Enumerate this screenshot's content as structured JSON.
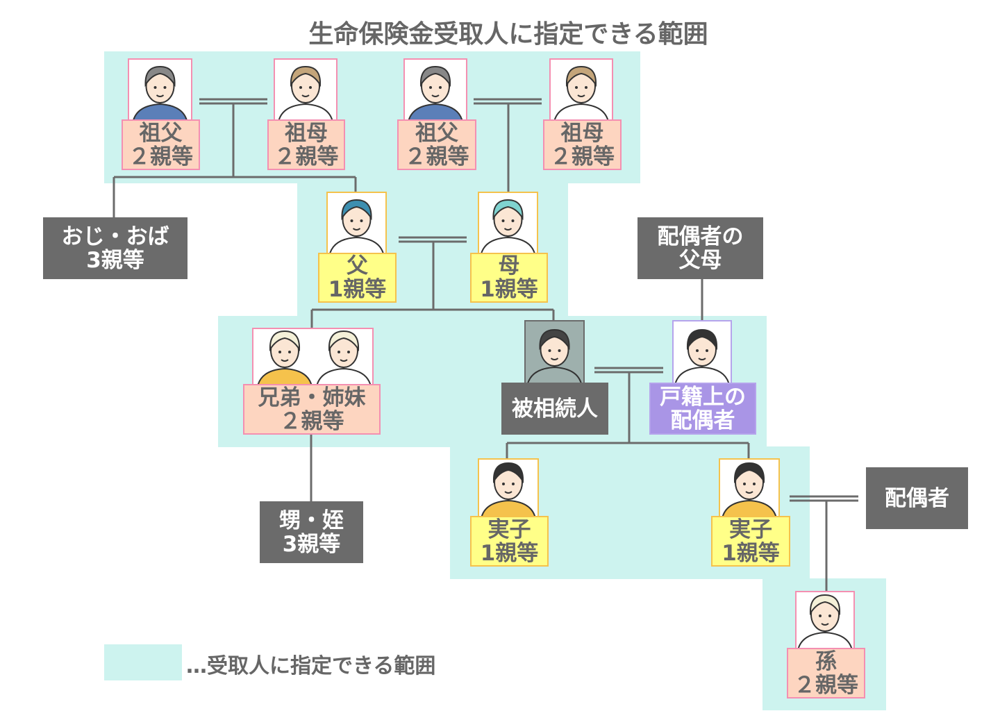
{
  "title": "生命保険金受取人に指定できる範囲",
  "people": {
    "gf1": {
      "name": "祖父",
      "degree": "２親等"
    },
    "gm1": {
      "name": "祖母",
      "degree": "２親等"
    },
    "gf2": {
      "name": "祖父",
      "degree": "２親等"
    },
    "gm2": {
      "name": "祖母",
      "degree": "２親等"
    },
    "father": {
      "name": "父",
      "degree": "1親等"
    },
    "mother": {
      "name": "母",
      "degree": "1親等"
    },
    "siblings": {
      "name": "兄弟・姉妹",
      "degree": "２親等"
    },
    "decedent": {
      "name": "被相続人"
    },
    "spouse": {
      "line1": "戸籍上の",
      "line2": "配偶者"
    },
    "child1": {
      "name": "実子",
      "degree": "1親等"
    },
    "child2": {
      "name": "実子",
      "degree": "1親等"
    },
    "grandchild": {
      "name": "孫",
      "degree": "２親等"
    }
  },
  "others": {
    "uncle": {
      "name": "おじ・おば",
      "degree": "3親等"
    },
    "spouse_parents": {
      "line1": "配偶者の",
      "line2": "父母"
    },
    "nephew": {
      "name": "甥・姪",
      "degree": "3親等"
    },
    "child_spouse": {
      "name": "配偶者"
    }
  },
  "legend": {
    "text": "…受取人に指定できる範囲"
  },
  "colors": {
    "range": "#cdf3ef",
    "relative_2": "#fdd5c0",
    "relative_1": "#ffff88",
    "spouse": "#a995e6",
    "outside": "#6b6b6b"
  }
}
